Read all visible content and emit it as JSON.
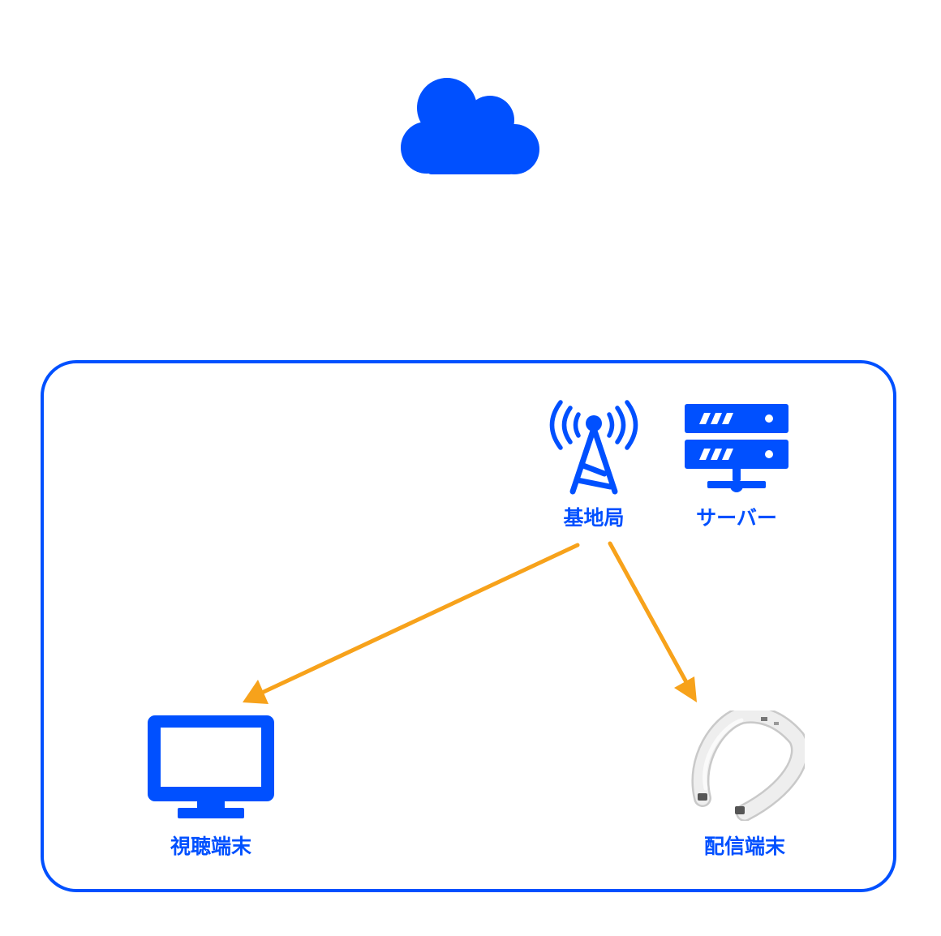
{
  "colors": {
    "primary": "#0050ff",
    "arrow": "#f7a21b",
    "device": "#e9e9e9"
  },
  "icons": {
    "cloud": "cloud-icon",
    "base_station": "antenna-tower-icon",
    "server": "server-icon",
    "viewer": "monitor-icon",
    "broadcaster": "neckband-camera-device"
  },
  "nodes": {
    "base_station": {
      "label": "基地局"
    },
    "server": {
      "label": "サーバー"
    },
    "viewing_terminal": {
      "label": "視聴端末"
    },
    "broadcast_terminal": {
      "label": "配信端末"
    }
  }
}
